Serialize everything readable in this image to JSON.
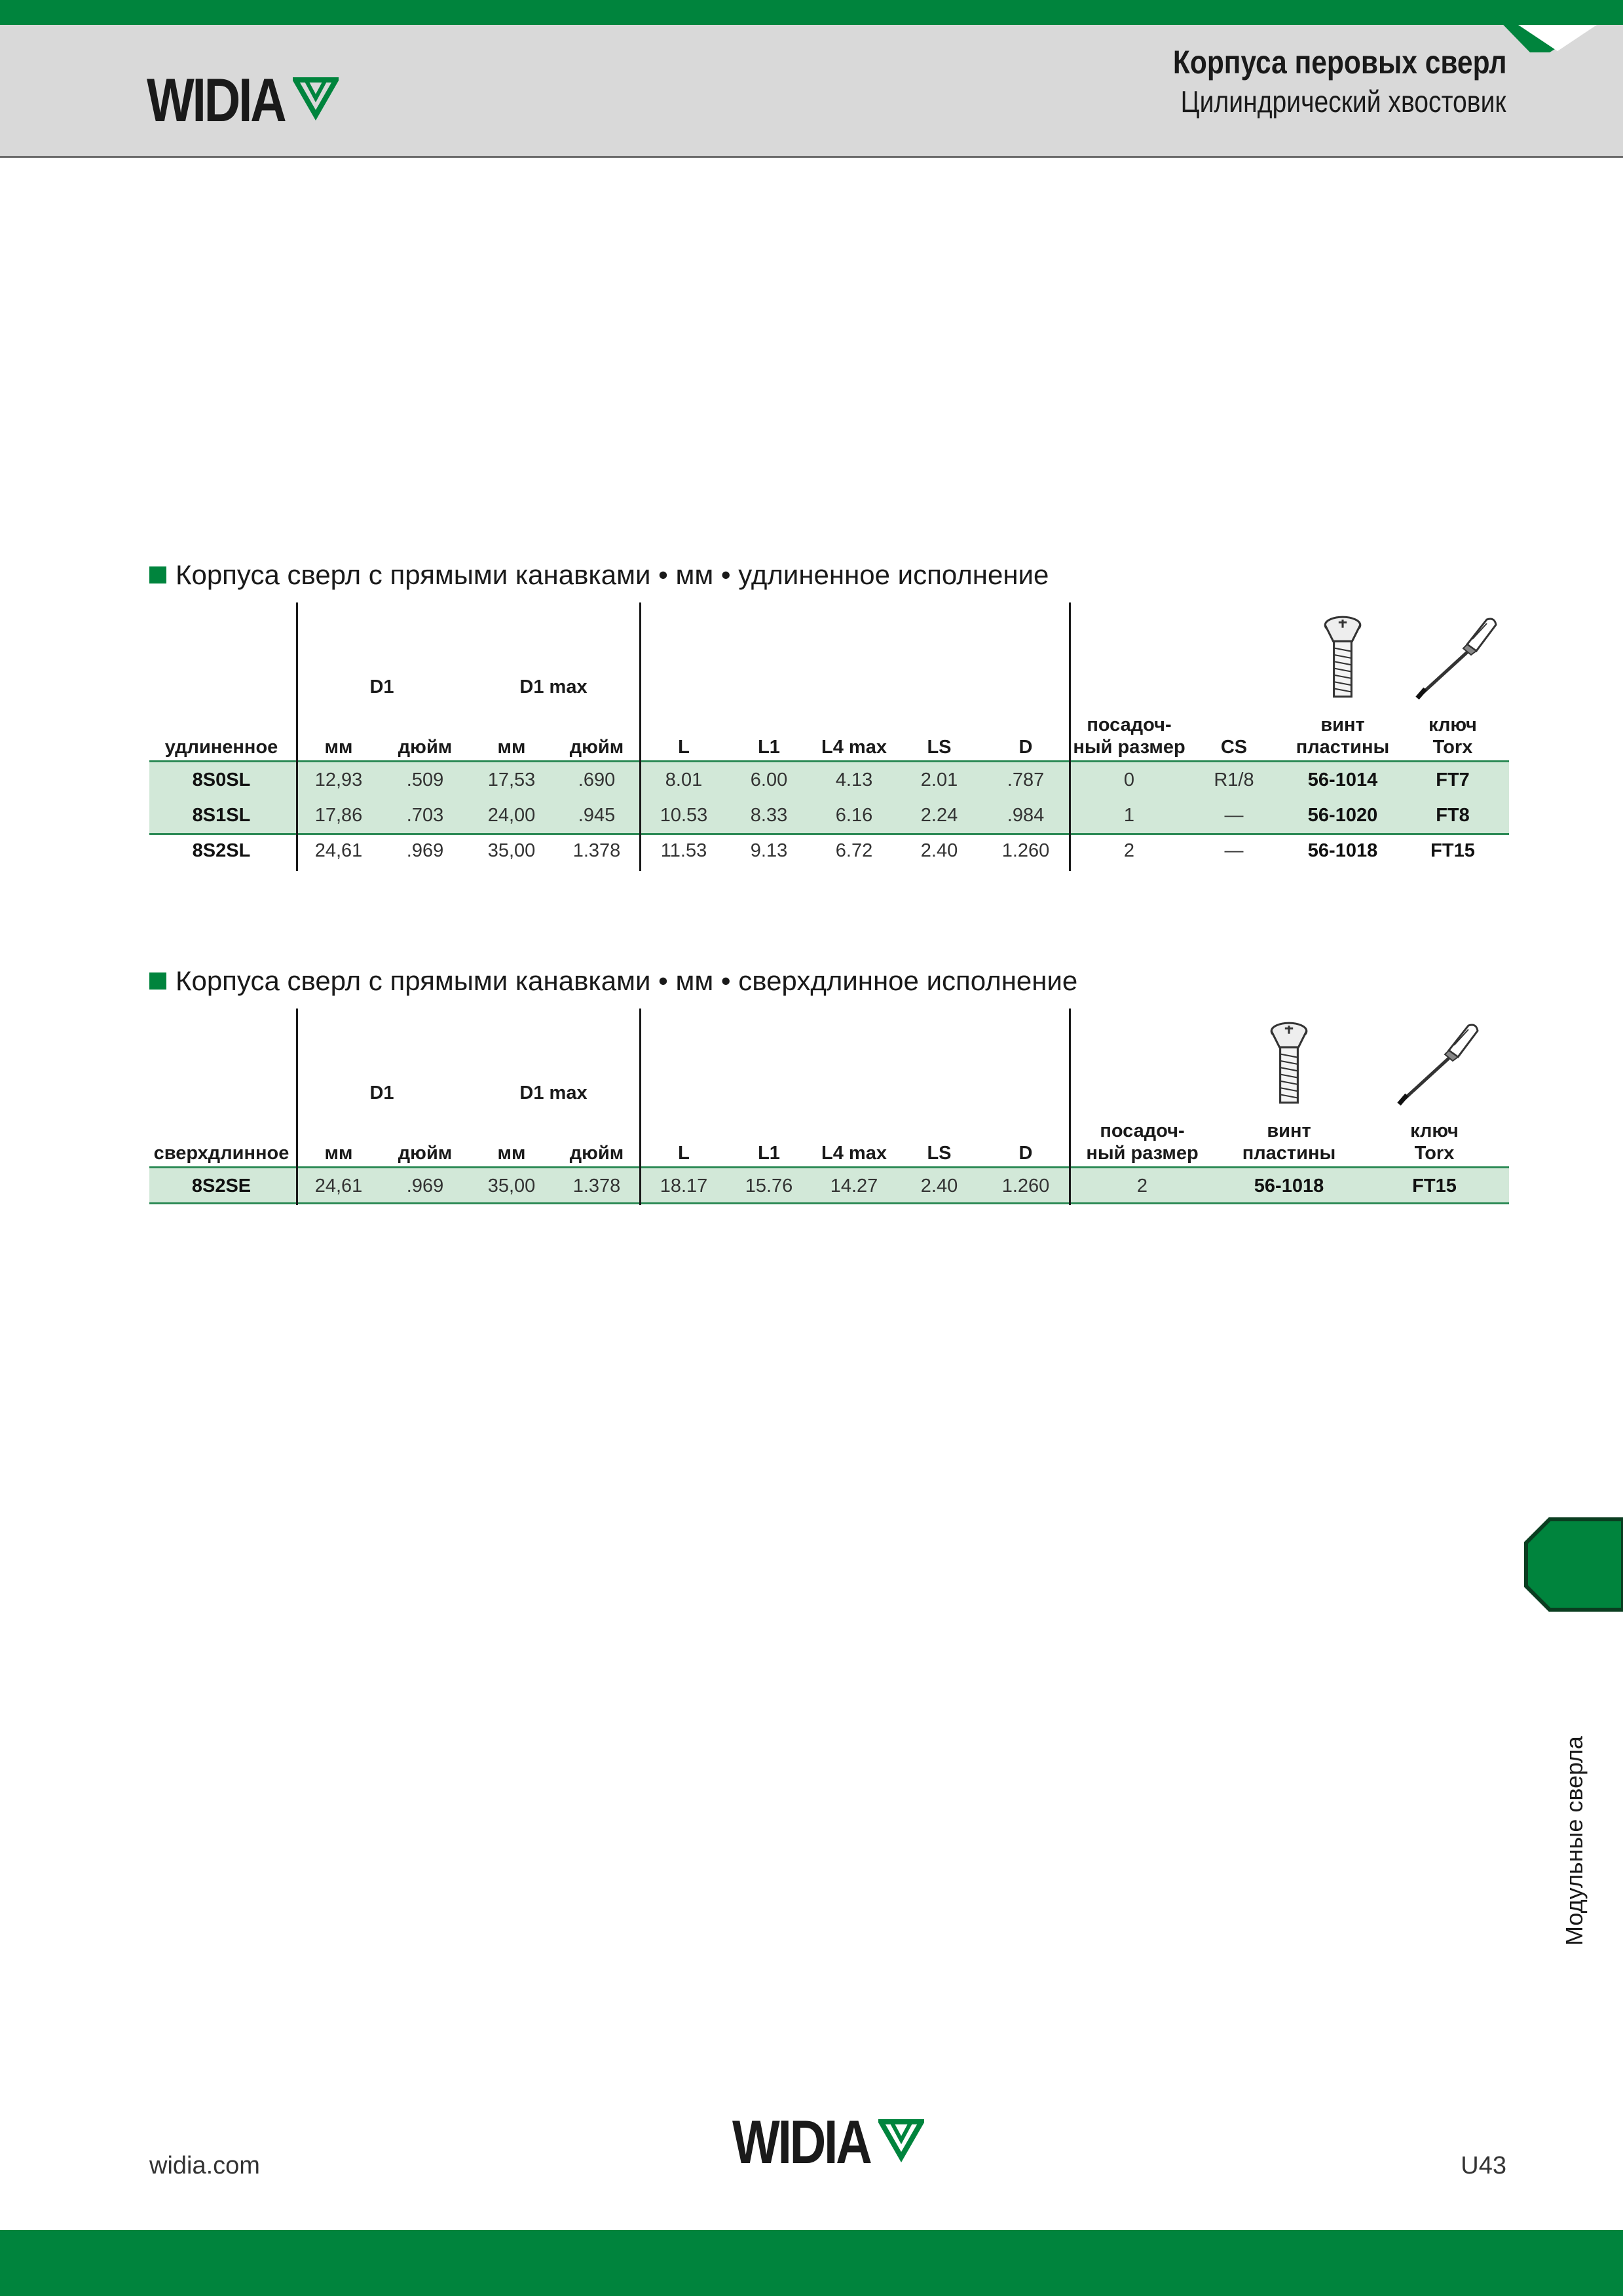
{
  "header": {
    "title": "Корпуса перовых сверл",
    "subtitle": "Цилиндрический хвостовик",
    "logo": "WIDIA"
  },
  "section1": {
    "title": "Корпуса сверл с прямыми канавками • мм • удлиненное исполнение",
    "group_d1": "D1",
    "group_d1max": "D1 max",
    "columns": [
      "удлиненное",
      "мм",
      "дюйм",
      "мм",
      "дюйм",
      "L",
      "L1",
      "L4 max",
      "LS",
      "D",
      "посадоч-\nный размер",
      "CS",
      "винт\nпластины",
      "ключ\nTorx"
    ],
    "rows": [
      [
        "8S0SL",
        "12,93",
        ".509",
        "17,53",
        ".690",
        "8.01",
        "6.00",
        "4.13",
        "2.01",
        ".787",
        "0",
        "R1/8",
        "56-1014",
        "FT7"
      ],
      [
        "8S1SL",
        "17,86",
        ".703",
        "24,00",
        ".945",
        "10.53",
        "8.33",
        "6.16",
        "2.24",
        ".984",
        "1",
        "—",
        "56-1020",
        "FT8"
      ],
      [
        "8S2SL",
        "24,61",
        ".969",
        "35,00",
        "1.378",
        "11.53",
        "9.13",
        "6.72",
        "2.40",
        "1.260",
        "2",
        "—",
        "56-1018",
        "FT15"
      ]
    ]
  },
  "section2": {
    "title": "Корпуса сверл с прямыми канавками • мм • сверхдлинное исполнение",
    "group_d1": "D1",
    "group_d1max": "D1 max",
    "columns": [
      "сверхдлинное",
      "мм",
      "дюйм",
      "мм",
      "дюйм",
      "L",
      "L1",
      "L4 max",
      "LS",
      "D",
      "посадоч-\nный размер",
      "винт\nпластины",
      "ключ\nTorx"
    ],
    "rows": [
      [
        "8S2SE",
        "24,61",
        ".969",
        "35,00",
        "1.378",
        "18.17",
        "15.76",
        "14.27",
        "2.40",
        "1.260",
        "2",
        "56-1018",
        "FT15"
      ]
    ]
  },
  "side_tab": {
    "label": "Модульные сверла"
  },
  "footer": {
    "link": "widia.com",
    "page": "U43",
    "logo": "WIDIA"
  },
  "colors": {
    "brand_green": "#00843d",
    "row_green": "#d2e8d8",
    "header_gray": "#d9d9d9"
  }
}
